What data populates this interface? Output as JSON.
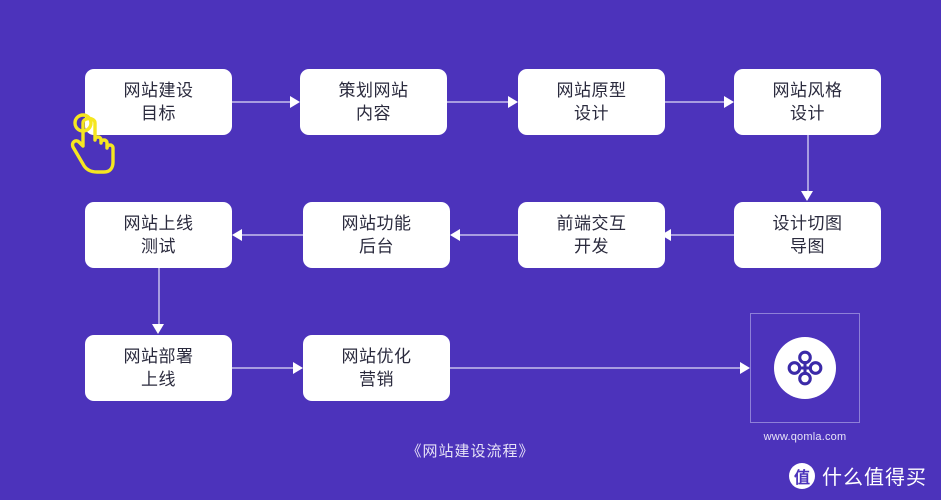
{
  "diagram": {
    "caption": "《网站建设流程》",
    "background_color": "#4c33bb",
    "node_fill": "#ffffff",
    "node_text_color": "#2a2a3d",
    "connector_color": "#a89ce0",
    "nodes": [
      {
        "id": "n1",
        "line1": "网站建设",
        "line2": "目标"
      },
      {
        "id": "n2",
        "line1": "策划网站",
        "line2": "内容"
      },
      {
        "id": "n3",
        "line1": "网站原型",
        "line2": "设计"
      },
      {
        "id": "n4",
        "line1": "网站风格",
        "line2": "设计"
      },
      {
        "id": "n5",
        "line1": "网站上线",
        "line2": "测试"
      },
      {
        "id": "n6",
        "line1": "网站功能",
        "line2": "后台"
      },
      {
        "id": "n7",
        "line1": "前端交互",
        "line2": "开发"
      },
      {
        "id": "n8",
        "line1": "设计切图",
        "line2": "导图"
      },
      {
        "id": "n9",
        "line1": "网站部署",
        "line2": "上线"
      },
      {
        "id": "n10",
        "line1": "网站优化",
        "line2": "营销"
      }
    ]
  },
  "logo": {
    "url_text": "www.qomla.com",
    "mark_name": "four-lobe-knot"
  },
  "watermark": {
    "badge_char": "值",
    "text": "什么值得买"
  },
  "cursor": {
    "type": "tap-hand",
    "color": "#f5e620"
  }
}
